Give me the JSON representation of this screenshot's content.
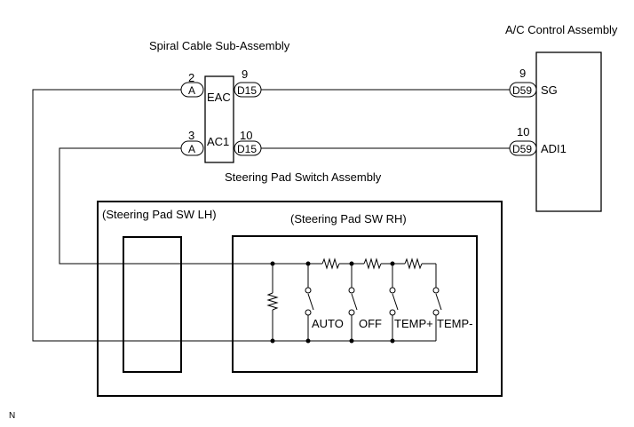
{
  "components": {
    "spiral_cable": "Spiral Cable Sub-Assembly",
    "ac_control": "A/C Control Assembly",
    "steering_pad": "Steering Pad Switch Assembly",
    "sw_lh": "(Steering Pad SW LH)",
    "sw_rh": "(Steering Pad SW RH)"
  },
  "spiral_pins": {
    "left_top_num": "2",
    "left_bottom_num": "3",
    "left_connector": "A",
    "right_top_num": "9",
    "right_bottom_num": "10",
    "right_connector": "D15",
    "inner_top": "EAC",
    "inner_bottom": "AC1"
  },
  "ac_pins": {
    "top_num": "9",
    "bottom_num": "10",
    "connector": "D59",
    "top_terminal": "SG",
    "bottom_terminal": "ADI1"
  },
  "switches": [
    "AUTO",
    "OFF",
    "TEMP+",
    "TEMP-"
  ],
  "footer_code": "N"
}
